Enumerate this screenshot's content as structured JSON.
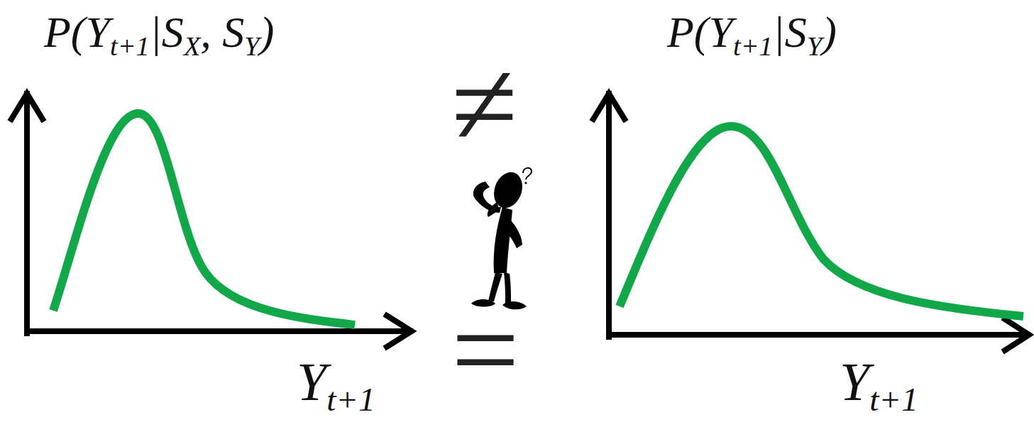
{
  "diagram": {
    "labels": [
      "P(Y",
      "t+1",
      "|S",
      "X",
      ", S",
      "Y",
      ")",
      "≠",
      "P(Y",
      "t+1",
      "|S",
      "Y",
      ")",
      "Y",
      "t+1",
      "=",
      "Y",
      "t+1"
    ]
  }
}
